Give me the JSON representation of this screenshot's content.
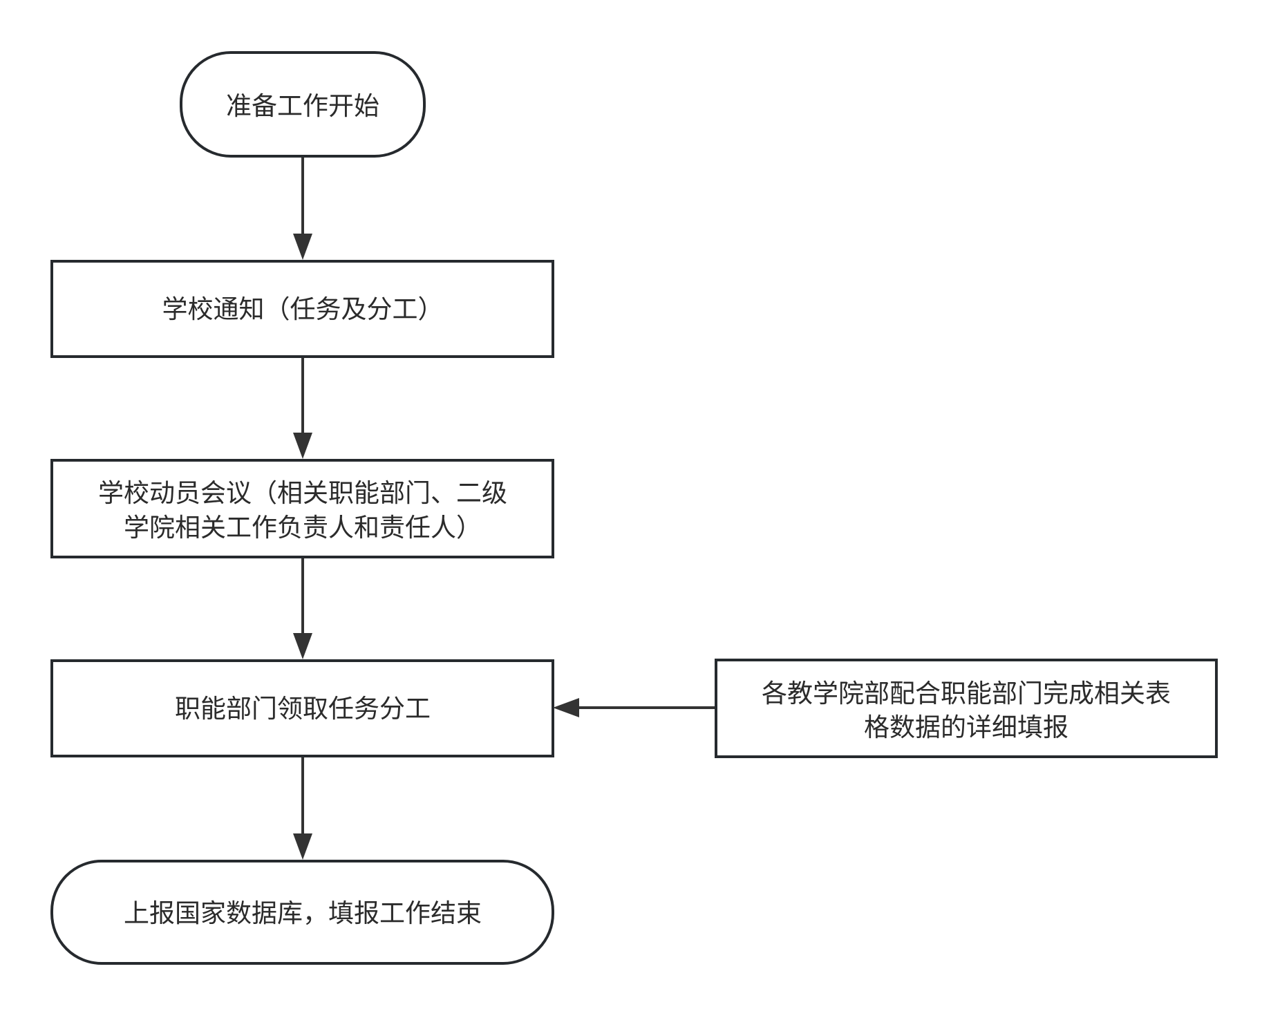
{
  "diagram": {
    "nodes": [
      {
        "id": "start",
        "shape": "terminal",
        "lines": [
          "准备工作开始"
        ]
      },
      {
        "id": "notice",
        "shape": "process",
        "lines": [
          "学校通知（任务及分工）"
        ]
      },
      {
        "id": "meeting",
        "shape": "process",
        "lines": [
          "学校动员会议（相关职能部门、二级",
          "学院相关工作负责人和责任人）"
        ]
      },
      {
        "id": "assign",
        "shape": "process",
        "lines": [
          "职能部门领取任务分工"
        ]
      },
      {
        "id": "college",
        "shape": "process",
        "lines": [
          "各教学院部配合职能部门完成相关表",
          "格数据的详细填报"
        ]
      },
      {
        "id": "end",
        "shape": "terminal",
        "lines": [
          "上报国家数据库，填报工作结束"
        ]
      }
    ],
    "edges": [
      {
        "from": "start",
        "to": "notice"
      },
      {
        "from": "notice",
        "to": "meeting"
      },
      {
        "from": "meeting",
        "to": "assign"
      },
      {
        "from": "college",
        "to": "assign"
      },
      {
        "from": "assign",
        "to": "end"
      }
    ],
    "colors": {
      "stroke": "#262a2e",
      "arrow": "#333333",
      "text": "#2b2b2b",
      "fill": "#ffffff"
    }
  }
}
